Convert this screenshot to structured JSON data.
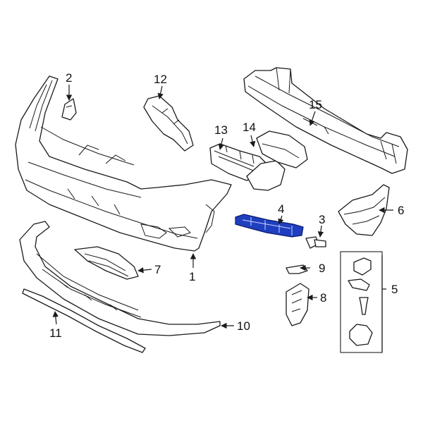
{
  "callouts": {
    "c1": "1",
    "c2": "2",
    "c3": "3",
    "c4": "4",
    "c5": "5",
    "c6": "6",
    "c7": "7",
    "c8": "8",
    "c9": "9",
    "c10": "10",
    "c11": "11",
    "c12": "12",
    "c13": "13",
    "c14": "14",
    "c15": "15"
  },
  "highlight_part": "4",
  "colors": {
    "highlight": "#1f3fbf",
    "line": "#1a1a1a",
    "background": "#ffffff"
  }
}
